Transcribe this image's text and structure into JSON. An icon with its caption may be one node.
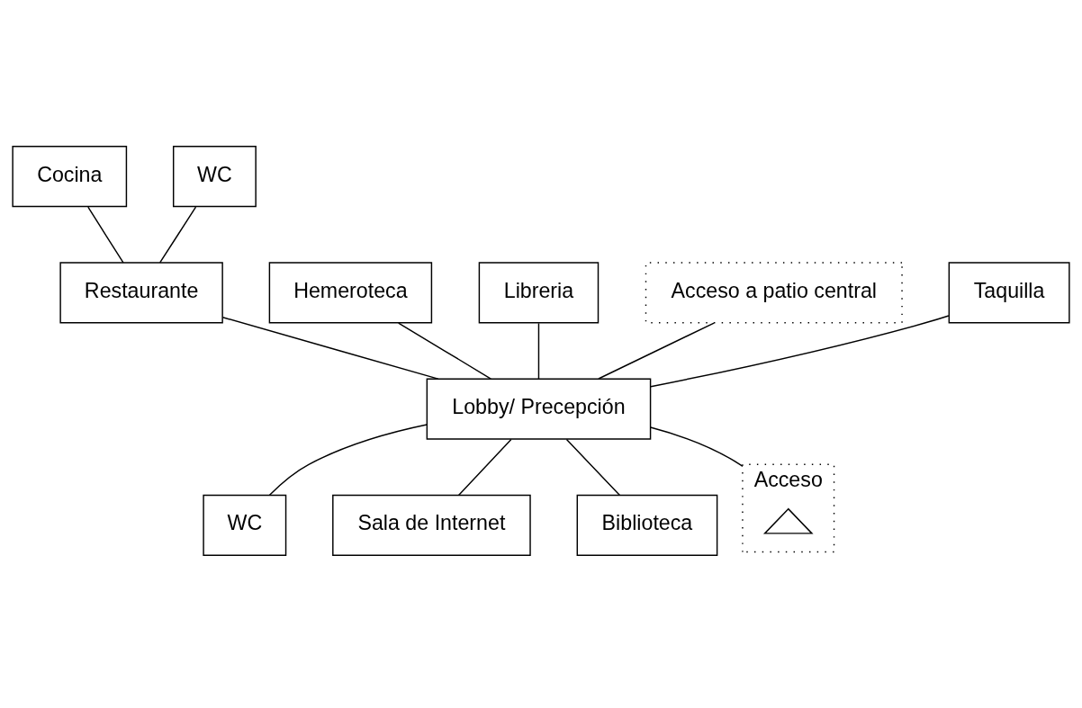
{
  "diagram": {
    "nodes": [
      {
        "text": [
          "Cocina"
        ]
      },
      {
        "text": [
          "WC"
        ]
      },
      {
        "text": [
          "Restaurante"
        ]
      },
      {
        "text": [
          "Hemeroteca"
        ]
      },
      {
        "text": [
          "Libreria"
        ]
      },
      {
        "text": [
          "Acceso a patio central"
        ]
      },
      {
        "text": [
          "Taquilla"
        ]
      },
      {
        "text": [
          "Lobby/ Precepción"
        ]
      },
      {
        "text": [
          "WC"
        ]
      },
      {
        "text": [
          "Sala de Internet"
        ]
      },
      {
        "text": [
          "Biblioteca"
        ]
      },
      {
        "text": [
          "Acceso"
        ]
      },
      {
        "text": [],
        "shape": "triangle",
        "in": 11
      }
    ],
    "edges": [
      {
        "from": 0,
        "to": 2,
        "arrow": "none"
      },
      {
        "from": 1,
        "to": 2,
        "arrow": "none"
      },
      {
        "from": 2,
        "to": 7,
        "arrow": "none"
      },
      {
        "from": 3,
        "to": 7,
        "arrow": "none"
      },
      {
        "from": 4,
        "to": 7,
        "arrow": "none"
      },
      {
        "from": 5,
        "to": 7,
        "arrow": "none"
      },
      {
        "from": 6,
        "to": 7,
        "arrow": "none"
      },
      {
        "from": 7,
        "to": 8,
        "arrow": "none"
      },
      {
        "from": 7,
        "to": 9,
        "arrow": "none"
      },
      {
        "from": 7,
        "to": 10,
        "arrow": "none"
      },
      {
        "from": 7,
        "to": 11,
        "arrow": "none"
      }
    ]
  }
}
